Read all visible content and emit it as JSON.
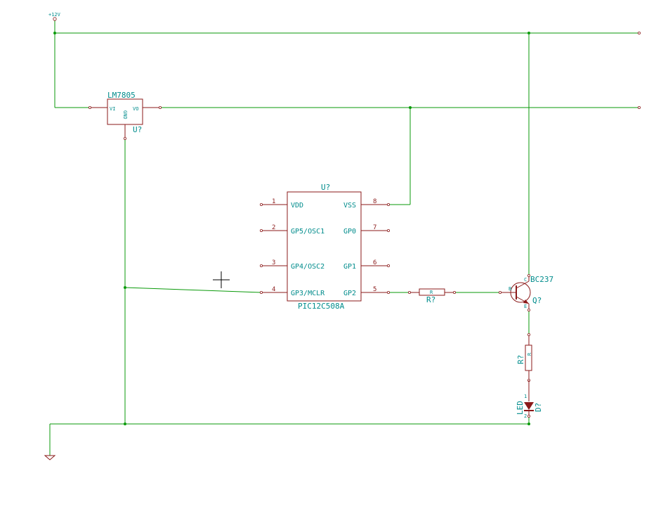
{
  "power": {
    "supply_label": "+12V"
  },
  "regulator": {
    "value": "LM7805",
    "ref": "U?",
    "pin_in": "VI",
    "pin_out": "VO",
    "pin_gnd": "GND"
  },
  "mcu": {
    "ref": "U?",
    "value": "PIC12C508A",
    "pins_left": [
      {
        "num": "1",
        "name": "VDD"
      },
      {
        "num": "2",
        "name": "GP5/OSC1"
      },
      {
        "num": "3",
        "name": "GP4/OSC2"
      },
      {
        "num": "4",
        "name": "GP3/MCLR"
      }
    ],
    "pins_right": [
      {
        "num": "8",
        "name": "VSS"
      },
      {
        "num": "7",
        "name": "GP0"
      },
      {
        "num": "6",
        "name": "GP1"
      },
      {
        "num": "5",
        "name": "GP2"
      }
    ]
  },
  "resistor_base": {
    "value": "R",
    "ref": "R?"
  },
  "transistor": {
    "value": "BC237",
    "ref": "Q?",
    "pin_c": "C",
    "pin_b": "B",
    "pin_e": "E"
  },
  "resistor_led": {
    "value": "R",
    "ref": "R?"
  },
  "led": {
    "value": "LED",
    "ref": "D?",
    "pin_1": "1",
    "pin_2": "2"
  },
  "colors": {
    "wire": "#0a9a0a",
    "component": "#8b1a1a",
    "label": "#008c8c"
  }
}
